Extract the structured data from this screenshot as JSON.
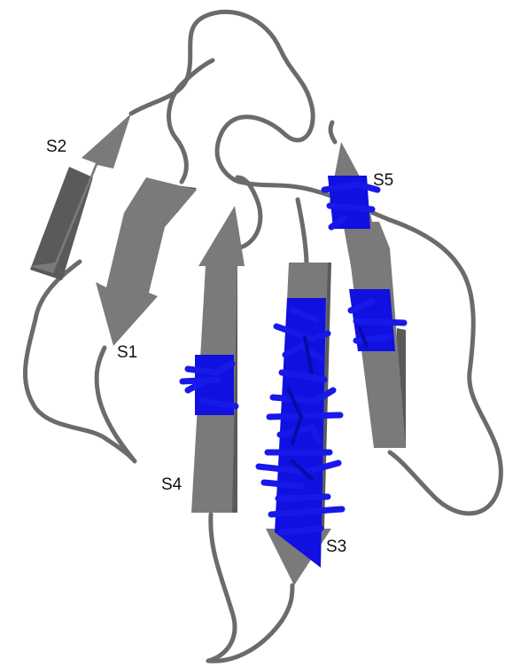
{
  "colors": {
    "backbone": "#6b6b6b",
    "strand": "#7a7a7a",
    "highlight": "#1010e0"
  },
  "labels": {
    "s1": "S1",
    "s2": "S2",
    "s3": "S3",
    "s4": "S4",
    "s5": "S5"
  }
}
